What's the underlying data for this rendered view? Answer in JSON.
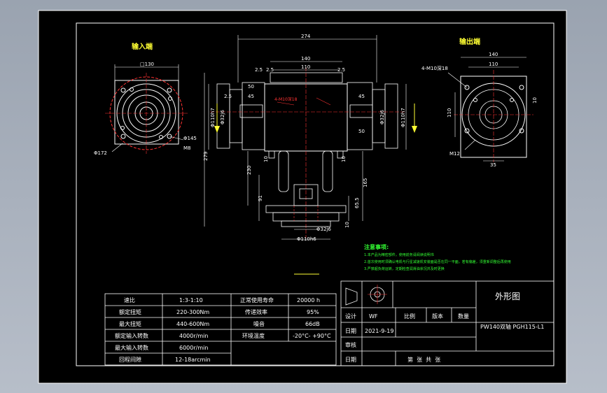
{
  "sheet": {
    "background": "#000000"
  },
  "views": {
    "input_label": "输入端",
    "output_label": "输出端"
  },
  "left_view": {
    "dims": {
      "d130": "□130",
      "d145": "Φ145",
      "m8": "M8",
      "d172": "Φ172"
    }
  },
  "front_view": {
    "dims": {
      "overall": "274",
      "w140": "140",
      "w110": "110",
      "s2_5a": "2.5",
      "s2_5b": "2.5",
      "s2_5c": "2.5",
      "s2_5d": "2.5",
      "k50": "50",
      "k45a": "45",
      "k45b": "45",
      "k50b": "50",
      "holes": "4-M10深18",
      "d110h7l": "Φ110h7",
      "d110h7r": "Φ110h7",
      "d32j6l": "Φ32j6",
      "d32j6r": "Φ32j6",
      "h279": "279",
      "h10a": "10",
      "h10b": "10",
      "h230": "230",
      "h91": "91",
      "h165": "165",
      "h65_5": "65.5",
      "h10c": "10",
      "d32j6b": "Φ32j6",
      "d110h6": "Φ110h6"
    }
  },
  "right_view": {
    "dims": {
      "w140": "140",
      "w110": "110",
      "holes": "4-M10深18",
      "h110": "110",
      "v10": "10",
      "m12": "M12",
      "b35": "35"
    }
  },
  "notes": {
    "title": "注意事项:",
    "items": [
      "1.本产品为精密部件，使用前务请阅读说明书",
      "2.首次使用时须确认电机与行星减速机安装面是否在同一平面，若有偏差，须重新调整后再使用",
      "3.严禁超负荷运转，定期检查润滑油状况并及时更换"
    ]
  },
  "spec_table": {
    "rows": [
      {
        "k1": "速比",
        "v1": "1:3-1:10",
        "k2": "正常使用寿命",
        "v2": "20000 h"
      },
      {
        "k1": "额定扭矩",
        "v1": "220-300Nm",
        "k2": "传递效率",
        "v2": "95%"
      },
      {
        "k1": "最大扭矩",
        "v1": "440-600Nm",
        "k2": "噪音",
        "v2": "66dB"
      },
      {
        "k1": "额定输入转数",
        "v1": "4000r/min",
        "k2": "环境温度",
        "v2": "-20°C- +90°C"
      },
      {
        "k1": "最大输入转数",
        "v1": "6000r/min",
        "k2": "",
        "v2": ""
      },
      {
        "k1": "回程间隙",
        "v1": "12-18arcmin",
        "k2": "",
        "v2": ""
      }
    ]
  },
  "title_block": {
    "drawing_title": "外形图",
    "design_label": "设计",
    "designer": "WF",
    "scale_label": "比例",
    "version_label": "版本",
    "qty_label": "数量",
    "date_label": "日期",
    "date": "2021-9-19",
    "model": "PW140双轴 PGH115-L1",
    "review_label": "审核",
    "date2_label": "日期",
    "sheet_info": "第  张  共  张"
  }
}
